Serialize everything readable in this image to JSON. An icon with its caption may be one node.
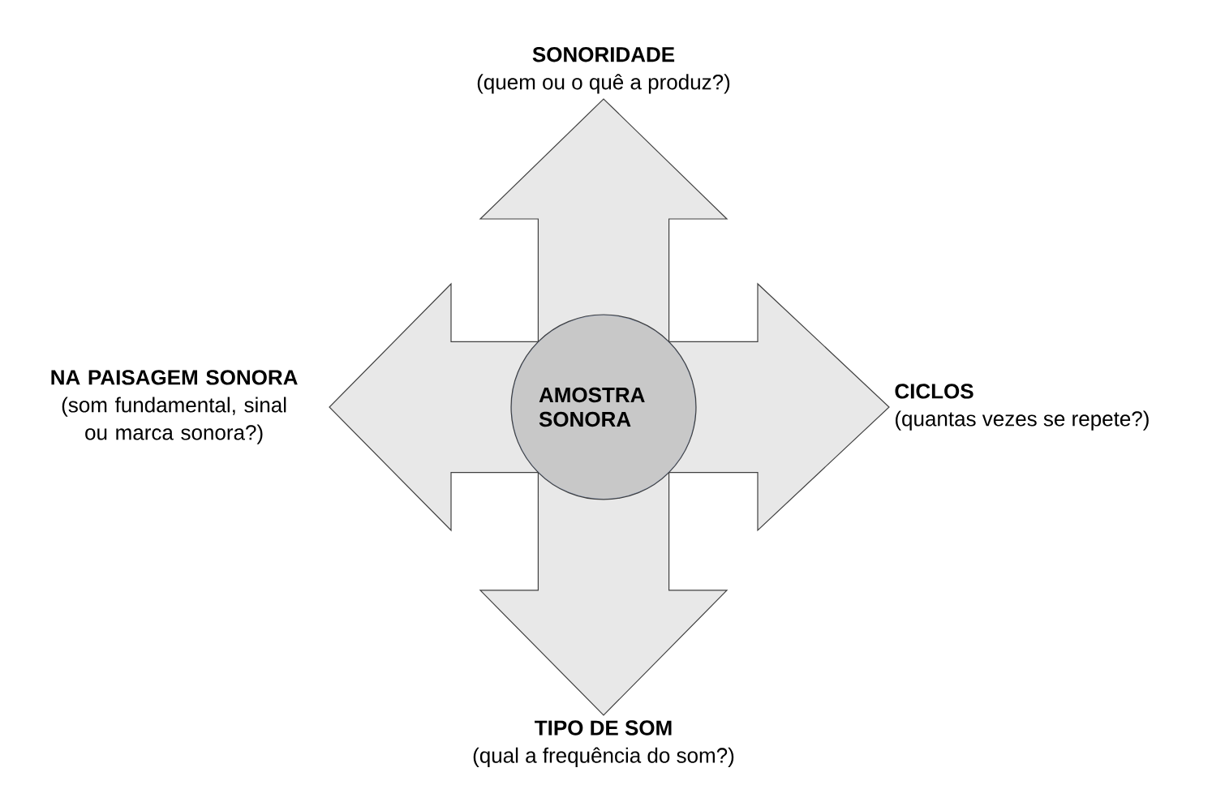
{
  "diagram": {
    "nodes": [
      {
        "text": [
          "AMOSTRA SONORA"
        ]
      },
      {
        "text": [
          "SONORIDADE",
          "(quem ou o quê a produz?)"
        ]
      },
      {
        "text": [
          "CICLOS",
          "(quantas vezes se repete?)"
        ]
      },
      {
        "text": [
          "TIPO DE SOM",
          "(qual a frequência do som?)"
        ]
      },
      {
        "text": [
          "NA PAISAGEM SONORA",
          "(som fundamental, sinal ou marca sonora?)"
        ]
      }
    ],
    "edges": [
      {
        "from": 0,
        "to": 1,
        "arrow": "to"
      },
      {
        "from": 0,
        "to": 2,
        "arrow": "to"
      },
      {
        "from": 0,
        "to": 3,
        "arrow": "to"
      },
      {
        "from": 0,
        "to": 4,
        "arrow": "to"
      }
    ]
  }
}
